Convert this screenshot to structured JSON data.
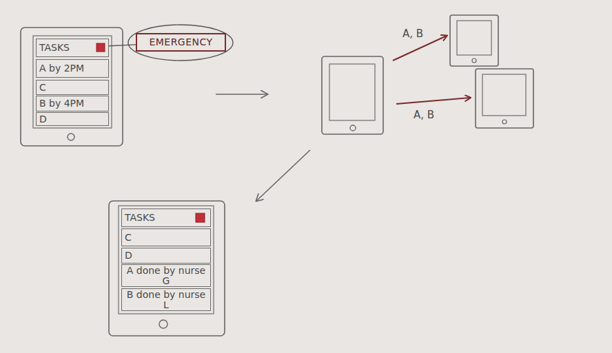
{
  "diagram": {
    "nodes": [
      {
        "text": [
          "TASKS"
        ]
      },
      {
        "text": [
          "EMERGENCY"
        ]
      },
      {
        "text": [
          "A by 2PM"
        ]
      },
      {
        "text": [
          "C"
        ]
      },
      {
        "text": [
          "B by 4PM"
        ]
      },
      {
        "text": [
          "D"
        ]
      },
      {
        "text": [
          "TASKS"
        ]
      },
      {
        "text": [
          "C"
        ]
      },
      {
        "text": [
          "D"
        ]
      },
      {
        "text": [
          "A done by nurse G"
        ]
      },
      {
        "text": [
          "B done by nurse L"
        ]
      }
    ],
    "edges": [
      {
        "from": 0,
        "to": 1,
        "arrow": "none"
      }
    ],
    "labels": [
      "A, B",
      "A, B"
    ]
  }
}
